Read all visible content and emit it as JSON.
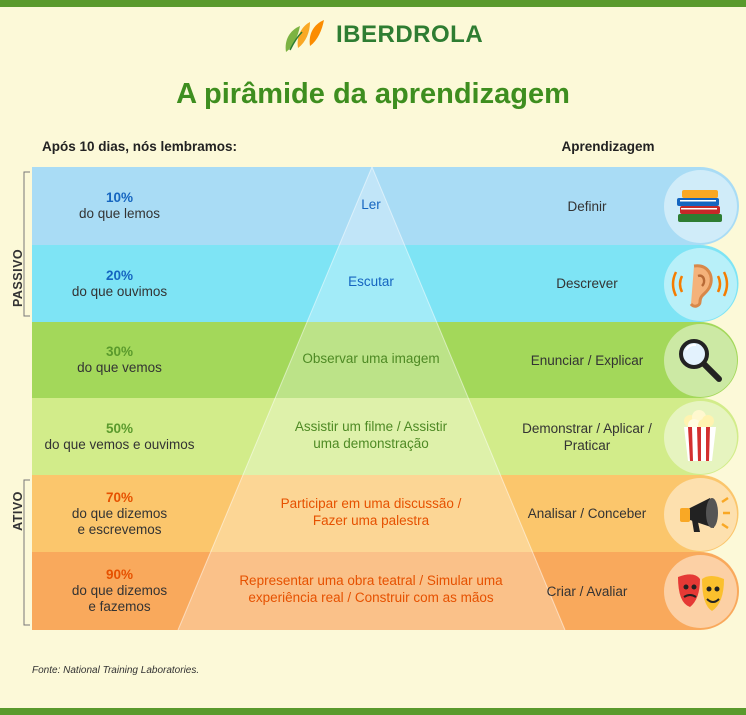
{
  "brand": {
    "name": "IBERDROLA"
  },
  "title": "A pirâmide da aprendizagem",
  "header_left": "Após 10 dias, nós lembramos:",
  "header_right": "Aprendizagem",
  "side_labels": {
    "passive": "PASSIVO",
    "active": "ATIVO"
  },
  "source": "Fonte: National Training Laboratories.",
  "colors": {
    "band1": "#a9dcf5",
    "band2": "#7ee4f5",
    "band3": "#a3d85a",
    "band4": "#d2ec8a",
    "band5": "#fbc66c",
    "band6": "#f9a95c",
    "pct1": "#1565c0",
    "pct2": "#1565c0",
    "pct3": "#5a9a2c",
    "pct4": "#5a9a2c",
    "pct5": "#e65100",
    "pct6": "#e65100"
  },
  "levels": [
    {
      "pct": "10%",
      "remember": [
        "do que lemos"
      ],
      "method": [
        "Ler"
      ],
      "learning": [
        "Definir"
      ],
      "icon": "books-icon"
    },
    {
      "pct": "20%",
      "remember": [
        "do que ouvimos"
      ],
      "method": [
        "Escutar"
      ],
      "learning": [
        "Descrever"
      ],
      "icon": "ear-icon"
    },
    {
      "pct": "30%",
      "remember": [
        "do que vemos"
      ],
      "method": [
        "Observar uma imagem"
      ],
      "learning": [
        "Enunciar / Explicar"
      ],
      "icon": "magnifier-icon"
    },
    {
      "pct": "50%",
      "remember": [
        "do que vemos e ouvimos"
      ],
      "method": [
        "Assistir um filme / Assistir",
        "uma demonstração"
      ],
      "learning": [
        "Demonstrar / Aplicar /",
        "Praticar"
      ],
      "icon": "popcorn-icon"
    },
    {
      "pct": "70%",
      "remember": [
        "do que dizemos",
        "e escrevemos"
      ],
      "method": [
        "Participar em uma discussão /",
        "Fazer uma palestra"
      ],
      "learning": [
        "Analisar / Conceber"
      ],
      "icon": "megaphone-icon"
    },
    {
      "pct": "90%",
      "remember": [
        "do que dizemos",
        "e fazemos"
      ],
      "method": [
        "Representar uma obra teatral / Simular uma",
        "experiência real / Construir com as mãos"
      ],
      "learning": [
        "Criar / Avaliar"
      ],
      "icon": "theater-masks-icon"
    }
  ]
}
